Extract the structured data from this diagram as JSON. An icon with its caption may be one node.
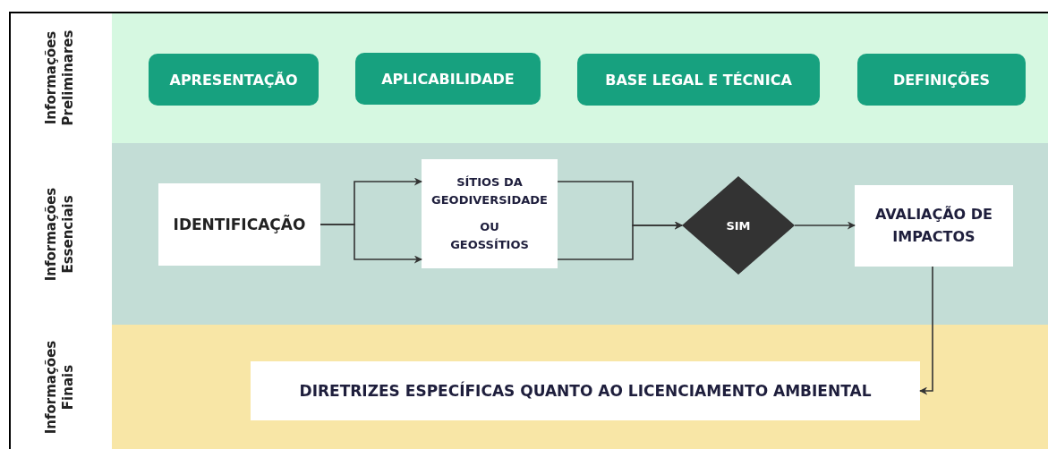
{
  "diagram": {
    "nodes": [
      {
        "text": [
          "Informações Preliminares"
        ]
      },
      {
        "text": [
          "APRESENTAÇÃO"
        ],
        "in": 0
      },
      {
        "text": [
          "APLICABILIDADE"
        ],
        "in": 0
      },
      {
        "text": [
          "BASE LEGAL E TÉCNICA"
        ],
        "in": 0
      },
      {
        "text": [
          "DEFINIÇÕES"
        ],
        "in": 0
      },
      {
        "text": [
          "Informações Essenciais"
        ]
      },
      {
        "text": [
          "IDENTIFICAÇÃO"
        ],
        "in": 5
      },
      {
        "text": [
          "SÍTIOS DA GEODIVERSIDADE",
          "OU GEOSSÍTIOS"
        ],
        "in": 5
      },
      {
        "text": [
          "SIM"
        ],
        "in": 5
      },
      {
        "text": [
          "AVALIAÇÃO DE IMPACTOS"
        ],
        "in": 5
      },
      {
        "text": [
          "Informações Finais"
        ]
      },
      {
        "text": [
          "DIRETRIZES ESPECÍFICAS QUANTO AO LICENCIAMENTO AMBIENTAL"
        ],
        "in": 10
      }
    ],
    "edges": [
      {
        "from": 6,
        "to": 7,
        "arrow": "to"
      },
      {
        "from": 6,
        "to": 7,
        "arrow": "to"
      },
      {
        "from": 7,
        "to": 8,
        "arrow": "to"
      },
      {
        "from": 7,
        "to": 8,
        "arrow": "to"
      },
      {
        "from": 8,
        "to": 9,
        "arrow": "to"
      },
      {
        "from": 9,
        "to": 11,
        "arrow": "to"
      }
    ]
  }
}
